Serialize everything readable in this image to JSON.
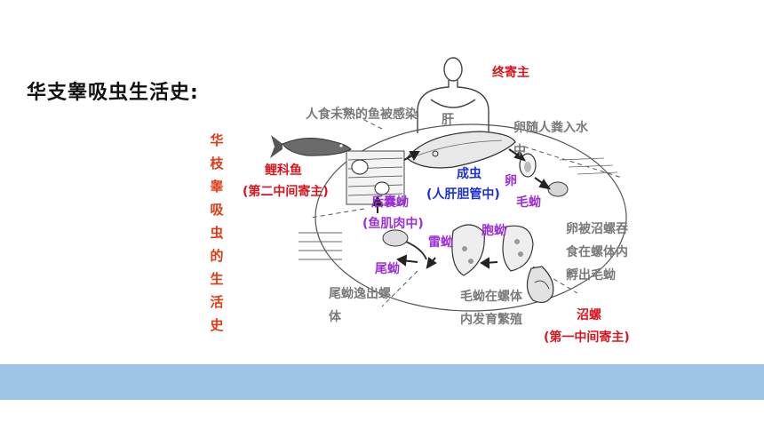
{
  "title": "华支睾吸虫生活史:",
  "vertical_title": "华枝睾吸虫的生活史",
  "labels": {
    "final_host": "终寄主",
    "human_eat": "人食未熟的鱼被感染",
    "liver": "肝",
    "eggs_water": "卵随人粪入水中",
    "carp": "鲤科鱼",
    "second_host": "(第二中间寄主)",
    "adult": "成虫",
    "adult_loc": "(人肝胆管中)",
    "egg": "卵",
    "miracidium": "毛蚴",
    "metacercaria": "后囊蚴",
    "meta_loc": "(鱼肌肉中)",
    "redia": "雷蚴",
    "sporocyst": "胞蚴",
    "cercaria": "尾蚴",
    "snail_swallow": "卵被沼螺吞食在螺体内孵出毛蚴",
    "cercaria_escape": "尾蚴逸出螺体",
    "miracidium_dev": "毛蚴在螺体内发育繁殖",
    "snail": "沼螺",
    "first_host": "(第一中间寄主)"
  },
  "colors": {
    "title": "#111111",
    "vertical_title": "#e23a12",
    "host_red": "#d8141e",
    "stage_purple": "#9b30d9",
    "adult_blue": "#1b2fd6",
    "note_gray": "#7a7a7a",
    "band": "#9dc3e6"
  },
  "icons": [
    "human-silhouette-icon",
    "fish-icon",
    "fluke-icon",
    "egg-icon",
    "miracidium-icon",
    "sporocyst-icon",
    "redia-icon",
    "cercaria-icon",
    "snail-icon",
    "metacercaria-icon"
  ]
}
